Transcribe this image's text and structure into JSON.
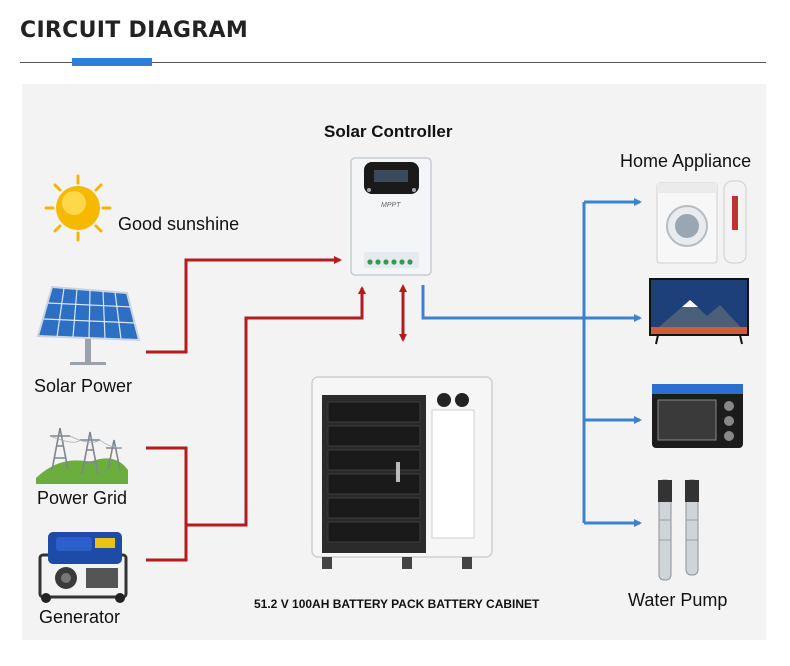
{
  "header": {
    "title": "CIRCUIT DIAGRAM"
  },
  "colors": {
    "accent": "#2f7fd6",
    "red_line": "#b21c1c",
    "blue_line": "#3c83cf",
    "panel": "#f3f3f3"
  },
  "diagram": {
    "controller": {
      "label": "Solar Controller",
      "device_text": "MPPT"
    },
    "sources": [
      {
        "id": "sunshine",
        "label": "Good sunshine",
        "icon": "sun-icon"
      },
      {
        "id": "solar",
        "label": "Solar Power",
        "icon": "solar-panel-icon"
      },
      {
        "id": "grid",
        "label": "Power Grid",
        "icon": "power-grid-icon"
      },
      {
        "id": "generator",
        "label": "Generator",
        "icon": "generator-icon"
      }
    ],
    "battery": {
      "label": "51.2 V 100AH BATTERY PACK BATTERY CABINET",
      "icon": "battery-cabinet-icon"
    },
    "loads": [
      {
        "id": "home",
        "label": "Home Appliance",
        "icon": "washing-machine-icon"
      },
      {
        "id": "tv",
        "label": "",
        "icon": "tv-icon"
      },
      {
        "id": "oven",
        "label": "",
        "icon": "oven-icon"
      },
      {
        "id": "pump",
        "label": "Water Pump",
        "icon": "water-pump-icon"
      }
    ]
  }
}
